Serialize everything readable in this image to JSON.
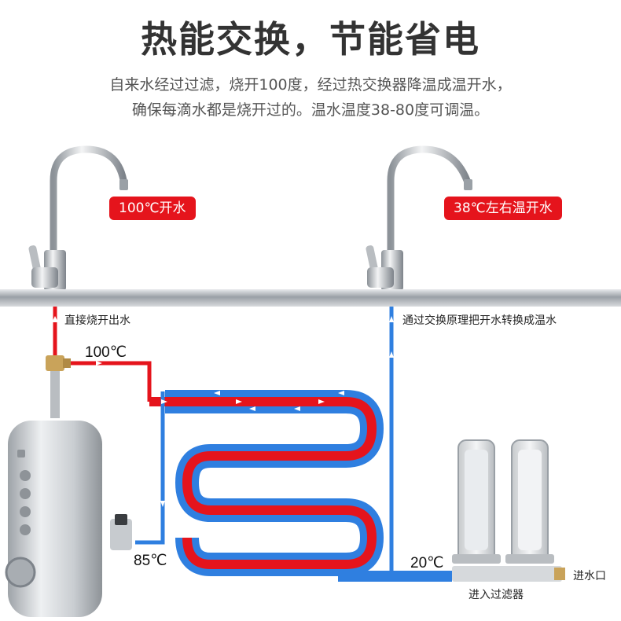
{
  "header": {
    "title": "热能交换，节能省电",
    "subtitle_lines": [
      "自来水经过过滤，烧开100度，经过热交换器降温成温开水，",
      "确保每滴水都是烧开过的。温水温度38-80度可调温。"
    ]
  },
  "faucets": {
    "left_badge": "100℃开水",
    "right_badge": "38℃左右温开水"
  },
  "labels": {
    "boiled_out": "直接烧开出水",
    "exchange_note": "通过交换原理把开水转换成温水",
    "inlet": "进水口",
    "to_filter": "进入过滤器"
  },
  "temperatures": {
    "boil": "100℃",
    "mid": "85℃",
    "cold": "20℃"
  },
  "colors": {
    "hot_line": "#e5141c",
    "warm_line": "#2f7fe0",
    "badge_bg": "#e5141c",
    "counter_pipe": "#b8bcc2"
  },
  "icons": {
    "faucet": "faucet-icon",
    "tank": "water-heater-tank-icon",
    "filter": "filter-cartridge-icon",
    "valve": "valve-icon",
    "arrow": "flow-arrow-icon"
  }
}
